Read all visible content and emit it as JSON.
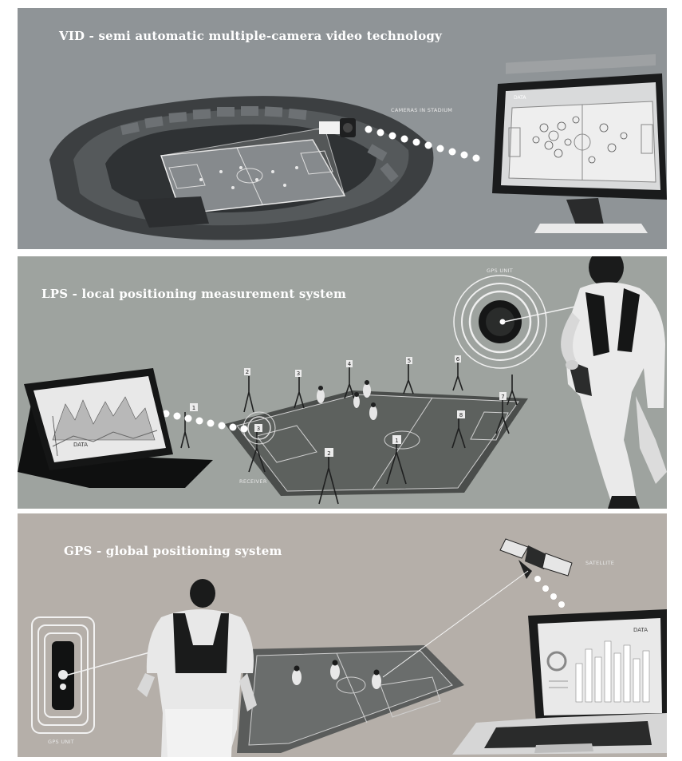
{
  "panels": {
    "vid": {
      "title": "VID - semi automatic multiple-camera video technology",
      "camera_label": "CAMERAS IN STADIUM",
      "screen_label": "DATA"
    },
    "lps": {
      "title": "LPS - local positioning measurement system",
      "unit_label": "GPS UNIT",
      "receiver_label": "RECEIVER",
      "tablet_label": "DATA",
      "anchor_numbers": [
        "1",
        "2",
        "3",
        "4",
        "5",
        "6",
        "7",
        "8"
      ]
    },
    "gps": {
      "title": "GPS - global positioning system",
      "satellite_label": "SATELLITE",
      "unit_label": "GPS UNIT",
      "laptop_label": "DATA"
    }
  },
  "colors": {
    "panel1_bg": "#8f9497",
    "panel2_bg": "#9ea39f",
    "panel3_bg": "#b5afa9",
    "dots": "#ffffff"
  }
}
